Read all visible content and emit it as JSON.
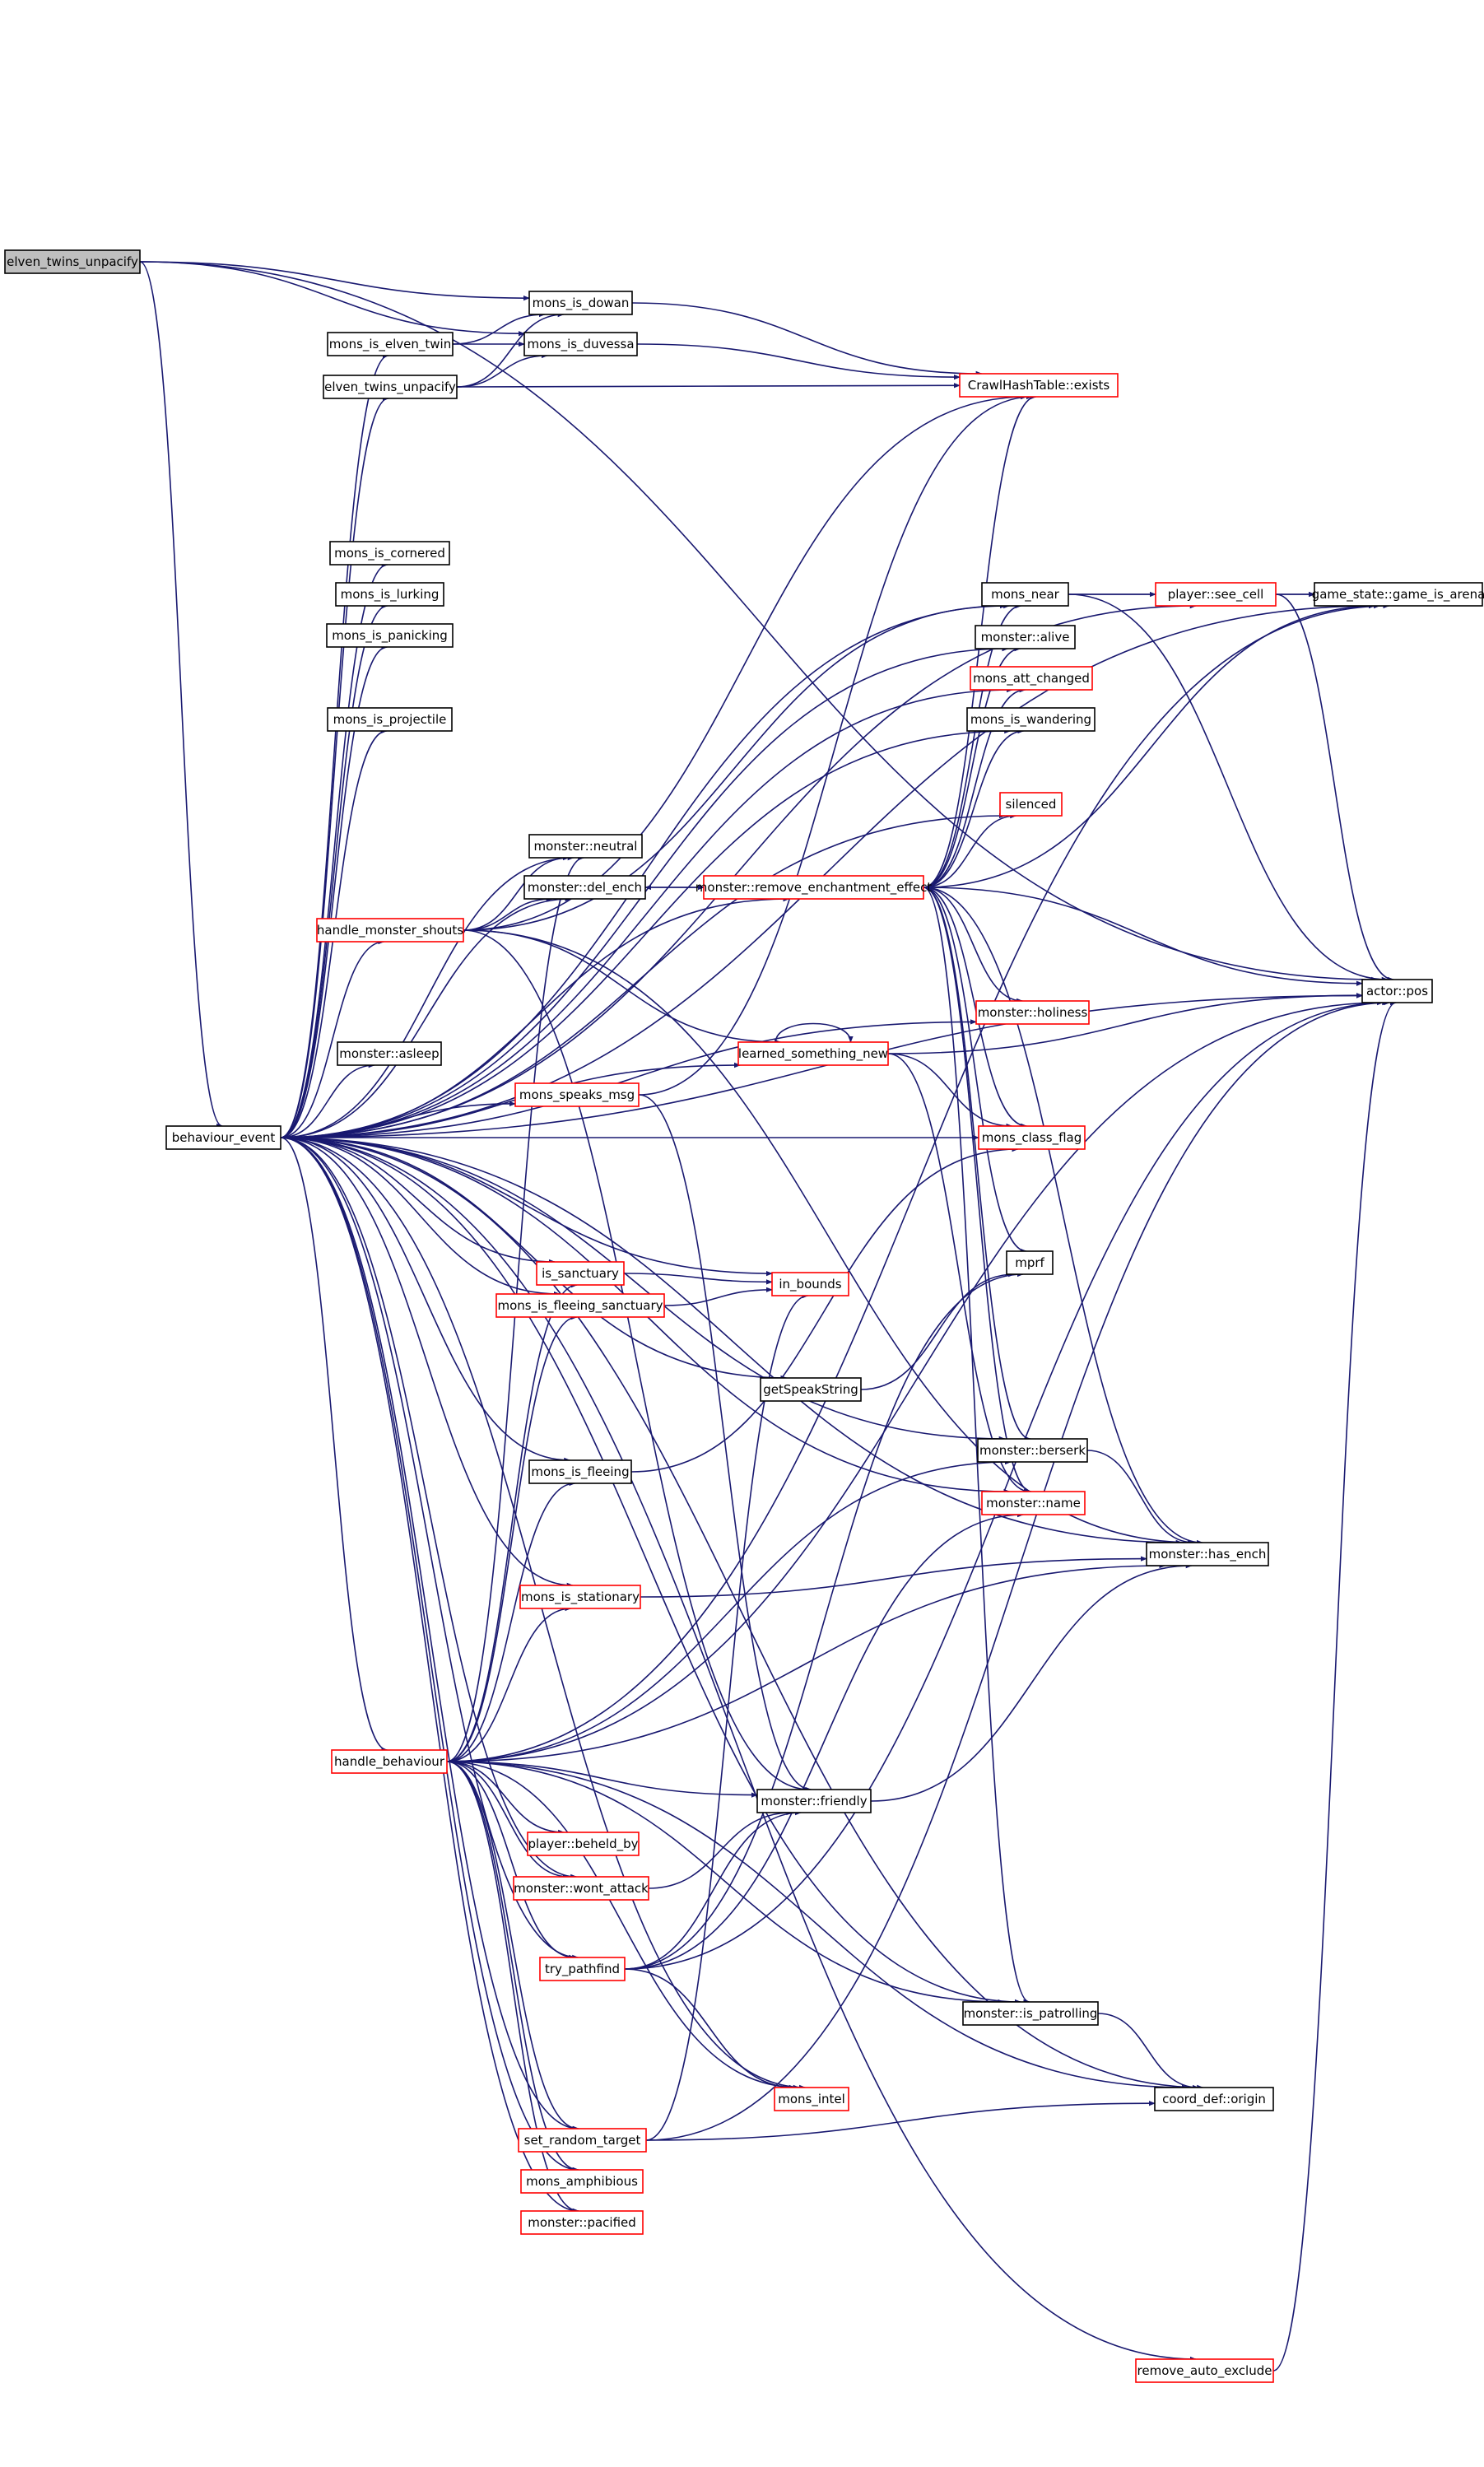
{
  "diagram": {
    "colors": {
      "edge": "#191970",
      "normal_border": "#000000",
      "truncated_border": "#ff0000",
      "root_fill": "#bfbfbf"
    },
    "nodes": {
      "elven_twins_unpacify_root": {
        "label": "elven_twins_unpacify",
        "style": "root"
      },
      "mons_is_dowan": {
        "label": "mons_is_dowan",
        "style": "normal"
      },
      "mons_is_elven_twin": {
        "label": "mons_is_elven_twin",
        "style": "normal"
      },
      "mons_is_duvessa": {
        "label": "mons_is_duvessa",
        "style": "normal"
      },
      "elven_twins_unpacify": {
        "label": "elven_twins_unpacify",
        "style": "normal"
      },
      "crawl_hash_table_exists": {
        "label": "CrawlHashTable::exists",
        "style": "truncated"
      },
      "mons_is_cornered": {
        "label": "mons_is_cornered",
        "style": "normal"
      },
      "mons_is_lurking": {
        "label": "mons_is_lurking",
        "style": "normal"
      },
      "mons_is_panicking": {
        "label": "mons_is_panicking",
        "style": "normal"
      },
      "mons_is_projectile": {
        "label": "mons_is_projectile",
        "style": "normal"
      },
      "mons_near": {
        "label": "mons_near",
        "style": "normal"
      },
      "player_see_cell": {
        "label": "player::see_cell",
        "style": "truncated"
      },
      "game_is_arena": {
        "label": "game_state::game_is_arena",
        "style": "normal"
      },
      "monster_alive": {
        "label": "monster::alive",
        "style": "normal"
      },
      "mons_att_changed": {
        "label": "mons_att_changed",
        "style": "truncated"
      },
      "mons_is_wandering": {
        "label": "mons_is_wandering",
        "style": "normal"
      },
      "silenced": {
        "label": "silenced",
        "style": "truncated"
      },
      "monster_neutral": {
        "label": "monster::neutral",
        "style": "normal"
      },
      "monster_del_ench": {
        "label": "monster::del_ench",
        "style": "normal"
      },
      "remove_enchantment_effect": {
        "label": "monster::remove_enchantment_effect",
        "style": "truncated"
      },
      "handle_monster_shouts": {
        "label": "handle_monster_shouts",
        "style": "truncated"
      },
      "actor_pos": {
        "label": "actor::pos",
        "style": "normal"
      },
      "monster_holiness": {
        "label": "monster::holiness",
        "style": "truncated"
      },
      "monster_asleep": {
        "label": "monster::asleep",
        "style": "normal"
      },
      "learned_something_new": {
        "label": "learned_something_new",
        "style": "truncated"
      },
      "behaviour_event": {
        "label": "behaviour_event",
        "style": "normal"
      },
      "mons_speaks_msg": {
        "label": "mons_speaks_msg",
        "style": "truncated"
      },
      "mons_class_flag": {
        "label": "mons_class_flag",
        "style": "truncated"
      },
      "mprf": {
        "label": "mprf",
        "style": "normal"
      },
      "is_sanctuary": {
        "label": "is_sanctuary",
        "style": "truncated"
      },
      "in_bounds": {
        "label": "in_bounds",
        "style": "truncated"
      },
      "mons_is_fleeing_sanctuary": {
        "label": "mons_is_fleeing_sanctuary",
        "style": "truncated"
      },
      "get_speak_string": {
        "label": "getSpeakString",
        "style": "normal"
      },
      "monster_berserk": {
        "label": "monster::berserk",
        "style": "normal"
      },
      "mons_is_fleeing": {
        "label": "mons_is_fleeing",
        "style": "normal"
      },
      "monster_name": {
        "label": "monster::name",
        "style": "truncated"
      },
      "monster_has_ench": {
        "label": "monster::has_ench",
        "style": "normal"
      },
      "mons_is_stationary": {
        "label": "mons_is_stationary",
        "style": "truncated"
      },
      "handle_behaviour": {
        "label": "handle_behaviour",
        "style": "truncated"
      },
      "monster_friendly": {
        "label": "monster::friendly",
        "style": "normal"
      },
      "player_beheld_by": {
        "label": "player::beheld_by",
        "style": "truncated"
      },
      "monster_wont_attack": {
        "label": "monster::wont_attack",
        "style": "truncated"
      },
      "try_pathfind": {
        "label": "try_pathfind",
        "style": "truncated"
      },
      "monster_is_patrolling": {
        "label": "monster::is_patrolling",
        "style": "normal"
      },
      "coord_def_origin": {
        "label": "coord_def::origin",
        "style": "normal"
      },
      "mons_intel": {
        "label": "mons_intel",
        "style": "truncated"
      },
      "set_random_target": {
        "label": "set_random_target",
        "style": "truncated"
      },
      "mons_amphibious": {
        "label": "mons_amphibious",
        "style": "truncated"
      },
      "monster_pacified": {
        "label": "monster::pacified",
        "style": "truncated"
      },
      "remove_auto_exclude": {
        "label": "remove_auto_exclude",
        "style": "truncated"
      }
    }
  }
}
